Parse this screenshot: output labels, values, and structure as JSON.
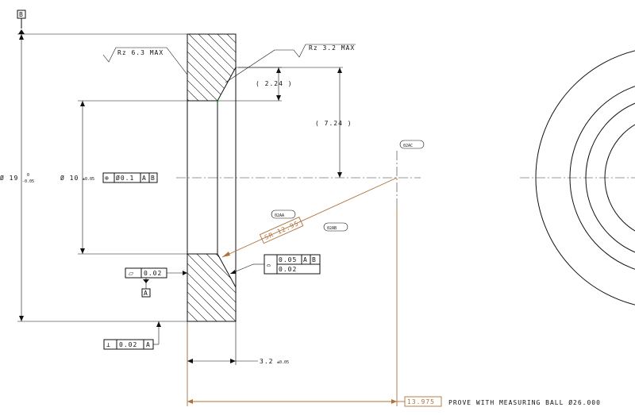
{
  "datum_b": "B",
  "datum_a": "A",
  "roughness_left": "Rz 6.3 MAX",
  "roughness_right": "Rz 3.2 MAX",
  "dim_2_24": "( 2.24 )",
  "dim_7_24": "( 7.24 )",
  "dim_outer_dia": "Ø 19",
  "dim_outer_tol_upper": "0",
  "dim_outer_tol_lower": "-0.05",
  "dim_bore_dia": "Ø 10",
  "dim_bore_tol": "±0.05",
  "position_fcf": {
    "symbol": "⊕",
    "tolerance": "Ø0.1",
    "datum1": "A",
    "datum2": "B"
  },
  "flatness_fcf": {
    "symbol": "⏥",
    "tolerance": "0.02"
  },
  "perp_fcf": {
    "symbol": "⊥",
    "tolerance": "0.02",
    "datum": "A"
  },
  "profile_fcf": {
    "symbol": "⌓",
    "tol1": "0.05",
    "datum1": "A",
    "datum2": "B",
    "tol2": "0.02"
  },
  "bubble_02ac": "02AC",
  "bubble_02aa": "02AA",
  "bubble_02ab": "02AB",
  "sr_label": "SR 12.95",
  "dim_thickness": "3.2",
  "dim_thickness_tol": "±0.05",
  "dim_prove": "13.975",
  "prove_note": "PROVE WITH MEASURING BALL Ø26.000",
  "colors": {
    "line": "#111111",
    "annotation": "#b0703a",
    "highlight": "#22aa22"
  }
}
